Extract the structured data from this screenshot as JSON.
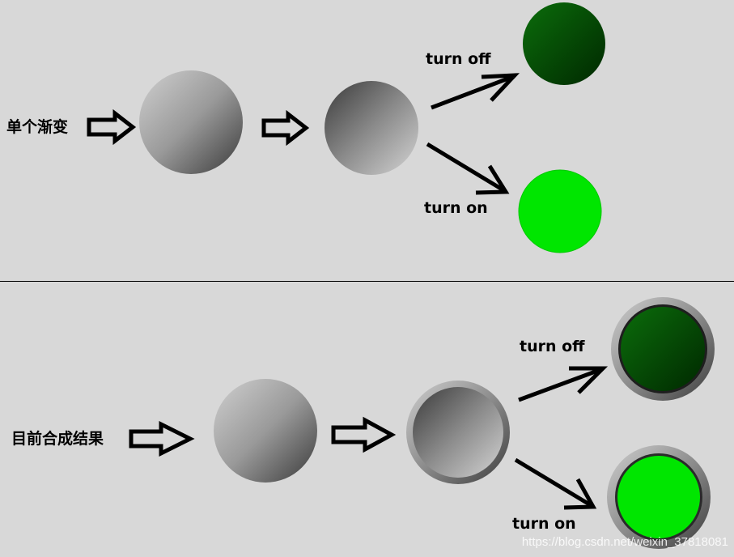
{
  "section_top": {
    "label": "单个渐变",
    "turn_off_label": "turn off",
    "turn_on_label": "turn on"
  },
  "section_bottom": {
    "label": "目前合成结果",
    "turn_off_label": "turn off",
    "turn_on_label": "turn on"
  },
  "watermark": "https://blog.csdn.net/weixin_37818081",
  "colors": {
    "background": "#d8d8d8",
    "off_green_light": "#0a6a0a",
    "off_green_dark": "#003000",
    "on_green": "#00e600",
    "divider": "#000000"
  }
}
